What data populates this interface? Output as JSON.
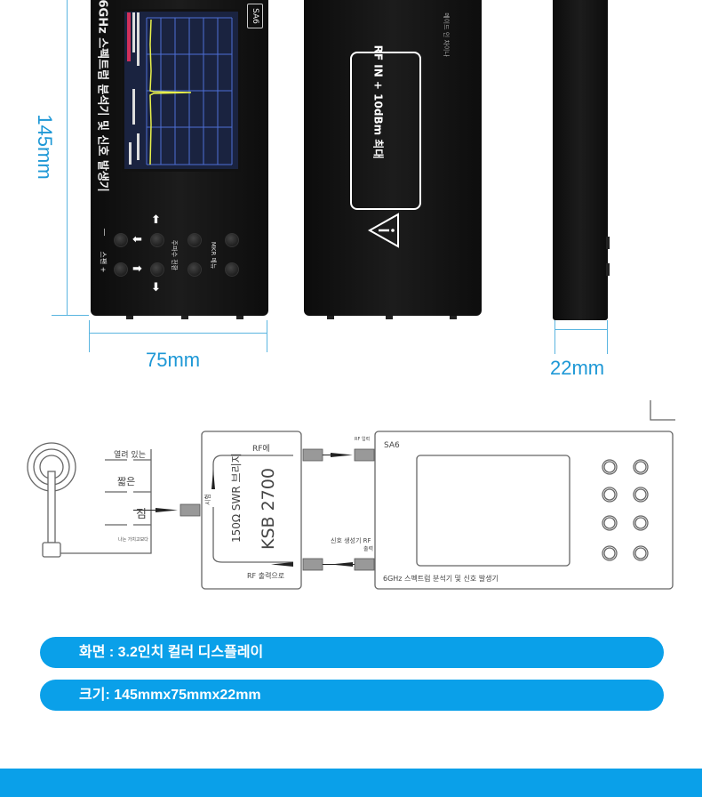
{
  "front": {
    "side_title": "6GHz 스펙트럼 분석기 및 신호 발생기",
    "model_badge": "SA6",
    "button_labels": {
      "span": "스팬 +",
      "minus": "—",
      "freq": "주파수 전환",
      "mkr": "MKR 메뉴"
    },
    "arrows": {
      "up": "⬆",
      "down": "⬇",
      "left": "⬅",
      "right": "➡"
    }
  },
  "back": {
    "rf_label": "RF IN + 10dBm 최대",
    "made_in": "메이드 인 차이나",
    "warning_icon": "warning-triangle-icon"
  },
  "dimensions": {
    "height": "145mm",
    "width": "75mm",
    "depth": "22mm"
  },
  "diagram": {
    "antenna_labels": [
      "열려 있는",
      "짧은",
      "짐",
      "나는 가치고보다"
    ],
    "bridge_title": "150Ω SWR 브리지",
    "bridge_model": "KSB 2700",
    "bridge_rf_in": "RF에",
    "bridge_rf_out": "RF 출력으로",
    "bridge_test": "시험",
    "rf_input": "RF 입력",
    "gen_output_1": "신호 생성기 RF",
    "gen_output_2": "출력",
    "device_model": "SA6",
    "device_caption": "6GHz 스펙트럼 분석기 및 신호 발생기"
  },
  "specs": [
    {
      "label": "화면 : 3.2인치 컬러 디스플레이"
    },
    {
      "label": "크기: 145mmx75mmx22mm"
    }
  ],
  "colors": {
    "accent": "#0aa0e9",
    "dimension": "#1e98d6"
  }
}
